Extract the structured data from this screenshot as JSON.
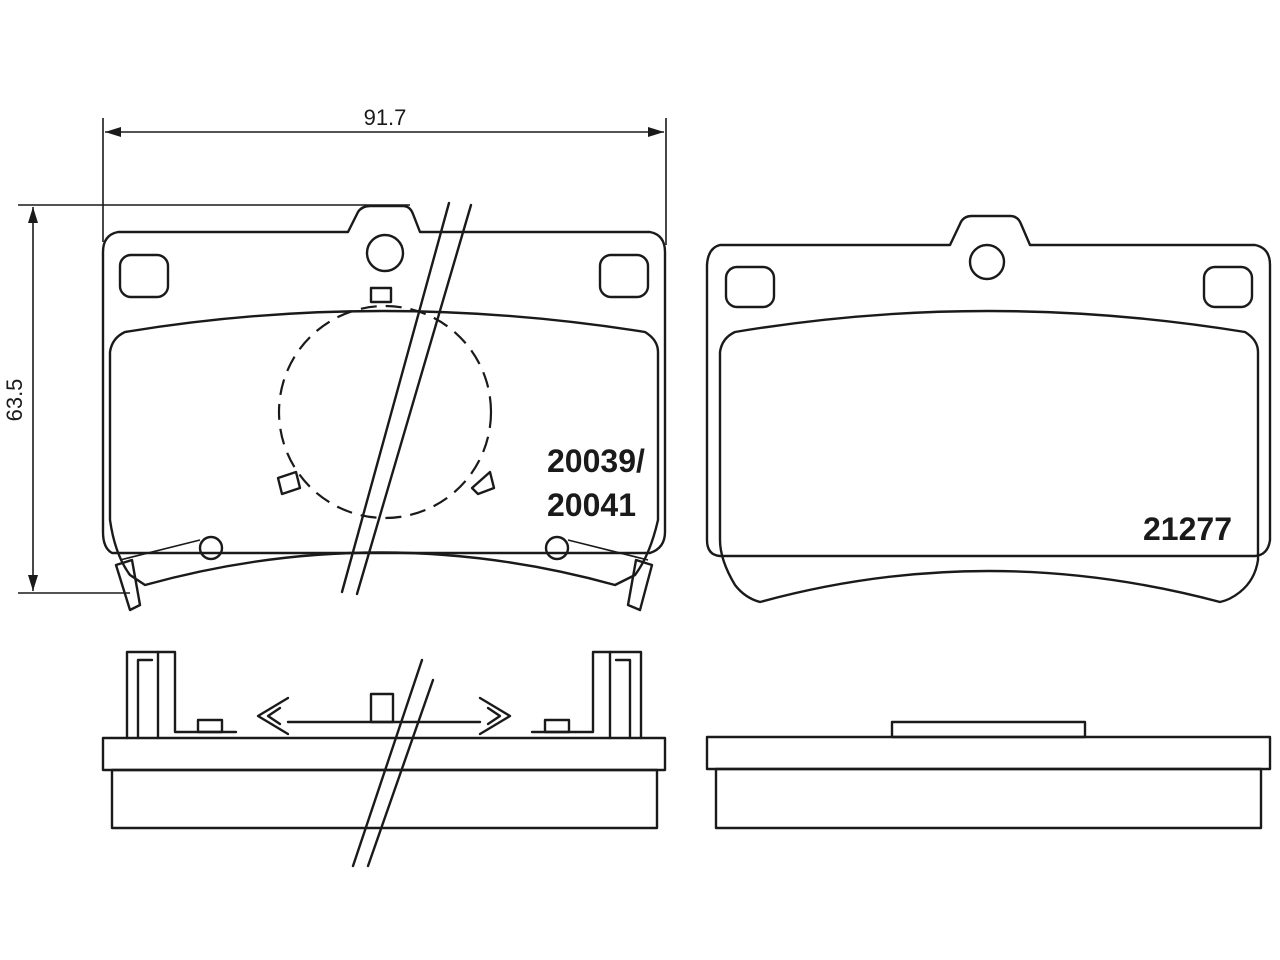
{
  "dimensions": {
    "width": "91.7",
    "height": "63.5"
  },
  "pads": {
    "left_pad_part_line1": "20039/",
    "left_pad_part_line2": "20041",
    "right_pad_part": "21277"
  }
}
